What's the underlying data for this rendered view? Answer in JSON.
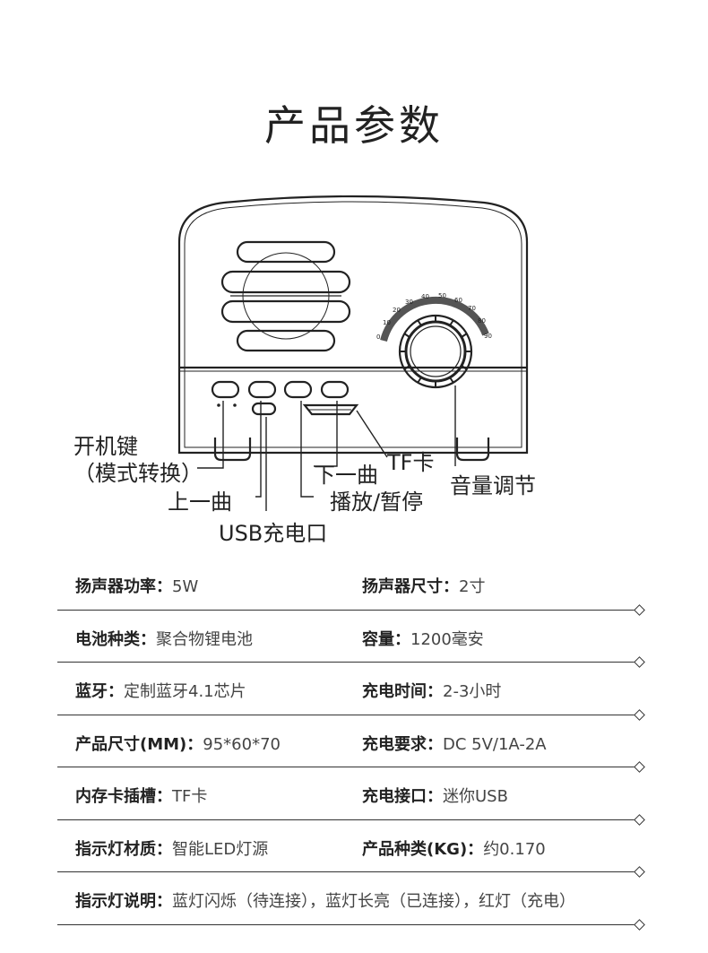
{
  "title": "产品参数",
  "callouts": {
    "power_key_line1": "开机键",
    "power_key_line2": "（模式转换）",
    "prev": "上一曲",
    "usb": "USB充电口",
    "next": "下一曲",
    "play": "播放/暂停",
    "tf": "TF卡",
    "volume": "音量调节"
  },
  "dial_ticks": [
    "0",
    "10",
    "20",
    "30",
    "40",
    "50",
    "60",
    "70",
    "80",
    "90"
  ],
  "specs": [
    {
      "l_label": "扬声器功率：",
      "l_value": "5W",
      "r_label": "扬声器尺寸：",
      "r_value": "2寸"
    },
    {
      "l_label": "电池种类：",
      "l_value": "聚合物锂电池",
      "r_label": "容量：",
      "r_value": "1200毫安"
    },
    {
      "l_label": "蓝牙：",
      "l_value": "定制蓝牙4.1芯片",
      "r_label": "充电时间：",
      "r_value": "2-3小时"
    },
    {
      "l_label": "产品尺寸(MM)：",
      "l_value": "95*60*70",
      "r_label": "充电要求：",
      "r_value": "DC 5V/1A-2A"
    },
    {
      "l_label": "内存卡插槽：",
      "l_value": "TF卡",
      "r_label": "充电接口：",
      "r_value": "迷你USB"
    },
    {
      "l_label": "指示灯材质：",
      "l_value": "智能LED灯源",
      "r_label": "产品种类(KG)：",
      "r_value": "约0.170"
    }
  ],
  "indicator": {
    "label": "指示灯说明：",
    "value": "蓝灯闪烁（待连接），蓝灯长亮（已连接），红灯（充电）"
  }
}
